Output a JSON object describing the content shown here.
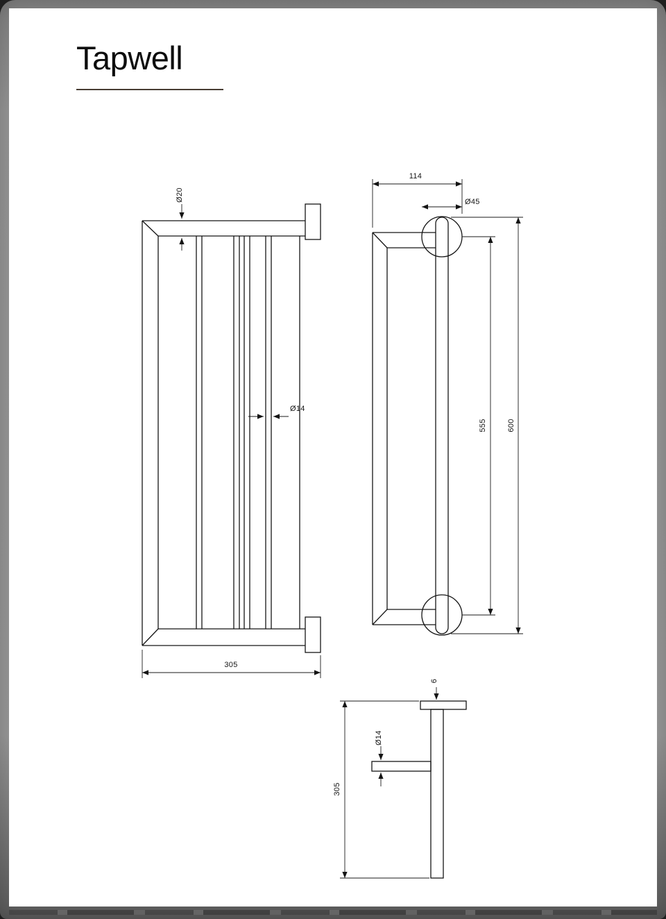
{
  "page": {
    "brand": "Tapwell"
  },
  "drawing": {
    "front_view": {
      "tube_diameter": "Ø20",
      "bar_diameter": "Ø14",
      "width": "305"
    },
    "side_view": {
      "depth": "114",
      "rosette_diameter": "Ø45",
      "inner_height": "555",
      "total_height": "600"
    },
    "profile_view": {
      "plate_thickness": "6",
      "bar_diameter": "Ø14",
      "length": "305"
    }
  }
}
